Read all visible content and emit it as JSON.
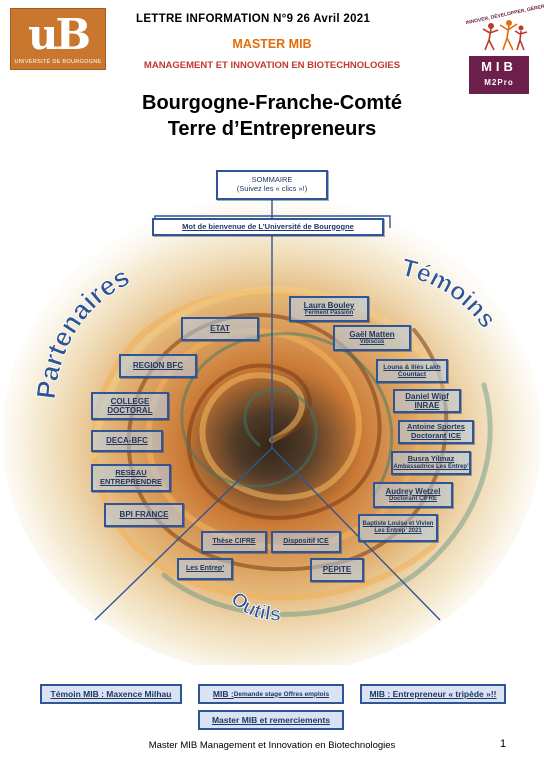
{
  "header": {
    "ub_logo_letters": "uB",
    "ub_logo_sub": "UNIVERSITÉ DE BOURGOGNE",
    "newsletter": "LETTRE INFORMATION N°9   26 Avril 2021",
    "master": "MASTER MIB",
    "program": "MANAGEMENT ET INNOVATION EN BIOTECHNOLOGIES",
    "mib_slogan": "INNOVER, DÉVELOPPER, GÉRER",
    "mib_name": "MIB",
    "mib_level": "M2Pro"
  },
  "title": {
    "line1": "Bourgogne-Franche-Comté",
    "line2": "Terre d’Entrepreneurs"
  },
  "summary": {
    "line1": "SOMMAIRE",
    "line2": "(Suivez les « clics »!)"
  },
  "welcome": "Mot de bienvenue de L’Université de Bourgogne",
  "sections": {
    "partners": "Partenaires",
    "witnesses": "Témoins",
    "tools": "Outils"
  },
  "partners": [
    {
      "label": "ETAT"
    },
    {
      "label": "REGION BFC"
    },
    {
      "label": "COLLEGE DOCTORAL"
    },
    {
      "label": "DECA-BFC"
    },
    {
      "label": "RESEAU ENTREPRENDRE"
    },
    {
      "label": "BPI FRANCE"
    }
  ],
  "witnesses": [
    {
      "name": "Laura Bouley",
      "sub": "Ferment Passion"
    },
    {
      "name": "Gaël Matten",
      "sub": "Vibiscus"
    },
    {
      "name": "Louna & Iliès Lakh",
      "sub": "Countact"
    },
    {
      "name": "Daniel Wipf",
      "sub": "INRAE"
    },
    {
      "name": "Antoine Sportes",
      "sub": "Doctorant ICE"
    },
    {
      "name": "Busra Yilmaz",
      "sub": "Ambassadrice Les Entrep’"
    },
    {
      "name": "Audrey Wetzel",
      "sub": "Doctorant CIFRE"
    },
    {
      "name": "Baptiste Louise et Vivien",
      "sub": "Les Entrep’ 2021"
    }
  ],
  "tools": [
    {
      "label": "Thèse CIFRE"
    },
    {
      "label": "Dispositif ICE"
    },
    {
      "label": "Les Entrep’"
    },
    {
      "label": "PEPITE"
    }
  ],
  "bottom_links": {
    "testimony": "Témoin MIB :  Maxence Milhau",
    "mib_label": "MIB : ",
    "offers": "Demande stage Offres emplois",
    "entrepreneur": "MIB :  Entrepreneur « tripède »!!",
    "thanks": "Master MIB et remerciements"
  },
  "footer": "Master MIB Management et Innovation en Biotechnologies",
  "page_number": "1"
}
